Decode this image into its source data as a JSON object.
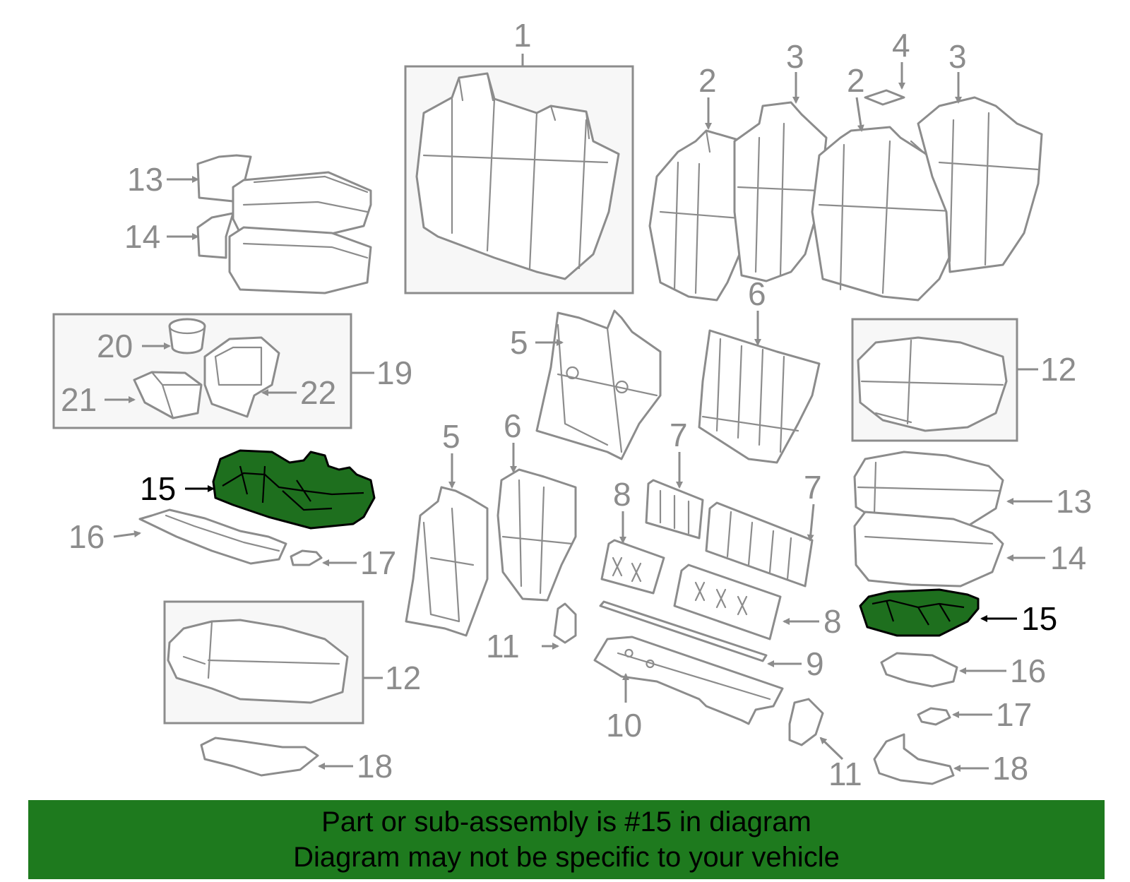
{
  "callouts": {
    "c1": "1",
    "c2a": "2",
    "c2b": "2",
    "c3a": "3",
    "c3b": "3",
    "c4": "4",
    "c5a": "5",
    "c5b": "5",
    "c6a": "6",
    "c6b": "6",
    "c7a": "7",
    "c7b": "7",
    "c8a": "8",
    "c8b": "8",
    "c9": "9",
    "c10": "10",
    "c11a": "11",
    "c11b": "11",
    "c12a": "12",
    "c12b": "12",
    "c13a": "13",
    "c13b": "13",
    "c14a": "14",
    "c14b": "14",
    "c15a": "15",
    "c15b": "15",
    "c16a": "16",
    "c16b": "16",
    "c17a": "17",
    "c17b": "17",
    "c18a": "18",
    "c18b": "18",
    "c19": "19",
    "c20": "20",
    "c21": "21",
    "c22": "22"
  },
  "banner": {
    "line1": "Part or sub-assembly is #15 in diagram",
    "line2": "Diagram may not be specific to your vehicle"
  },
  "colors": {
    "highlight_fill": "#1e6f1e",
    "banner_bg": "#1e7a1e",
    "line_gray": "#8c8c8c",
    "box_fill": "#f7f7f7"
  }
}
